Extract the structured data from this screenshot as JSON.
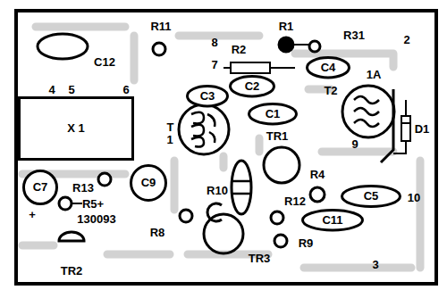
{
  "diagram": {
    "nodes": [
      {
        "text": [
          "C4"
        ]
      },
      {
        "text": [
          "C2"
        ]
      },
      {
        "text": [
          "C3"
        ]
      },
      {
        "text": [
          "X 1"
        ]
      },
      {
        "text": [
          "C1"
        ]
      },
      {
        "text": [
          "C9"
        ]
      },
      {
        "text": [
          "C7"
        ]
      },
      {
        "text": [
          "C5"
        ]
      },
      {
        "text": [
          "C11"
        ]
      }
    ],
    "labels": [
      "R11",
      "R1",
      "R31",
      "8",
      "R2",
      "7",
      "2",
      "1A",
      "C12",
      "T2",
      "D1",
      "4",
      "5",
      "6",
      "T1",
      "TR1",
      "R4",
      "9",
      "10",
      "R13",
      "R5+",
      "+",
      "130093",
      "R10",
      "R12",
      "R8",
      "R9",
      "TR2",
      "TR3",
      "3"
    ]
  }
}
